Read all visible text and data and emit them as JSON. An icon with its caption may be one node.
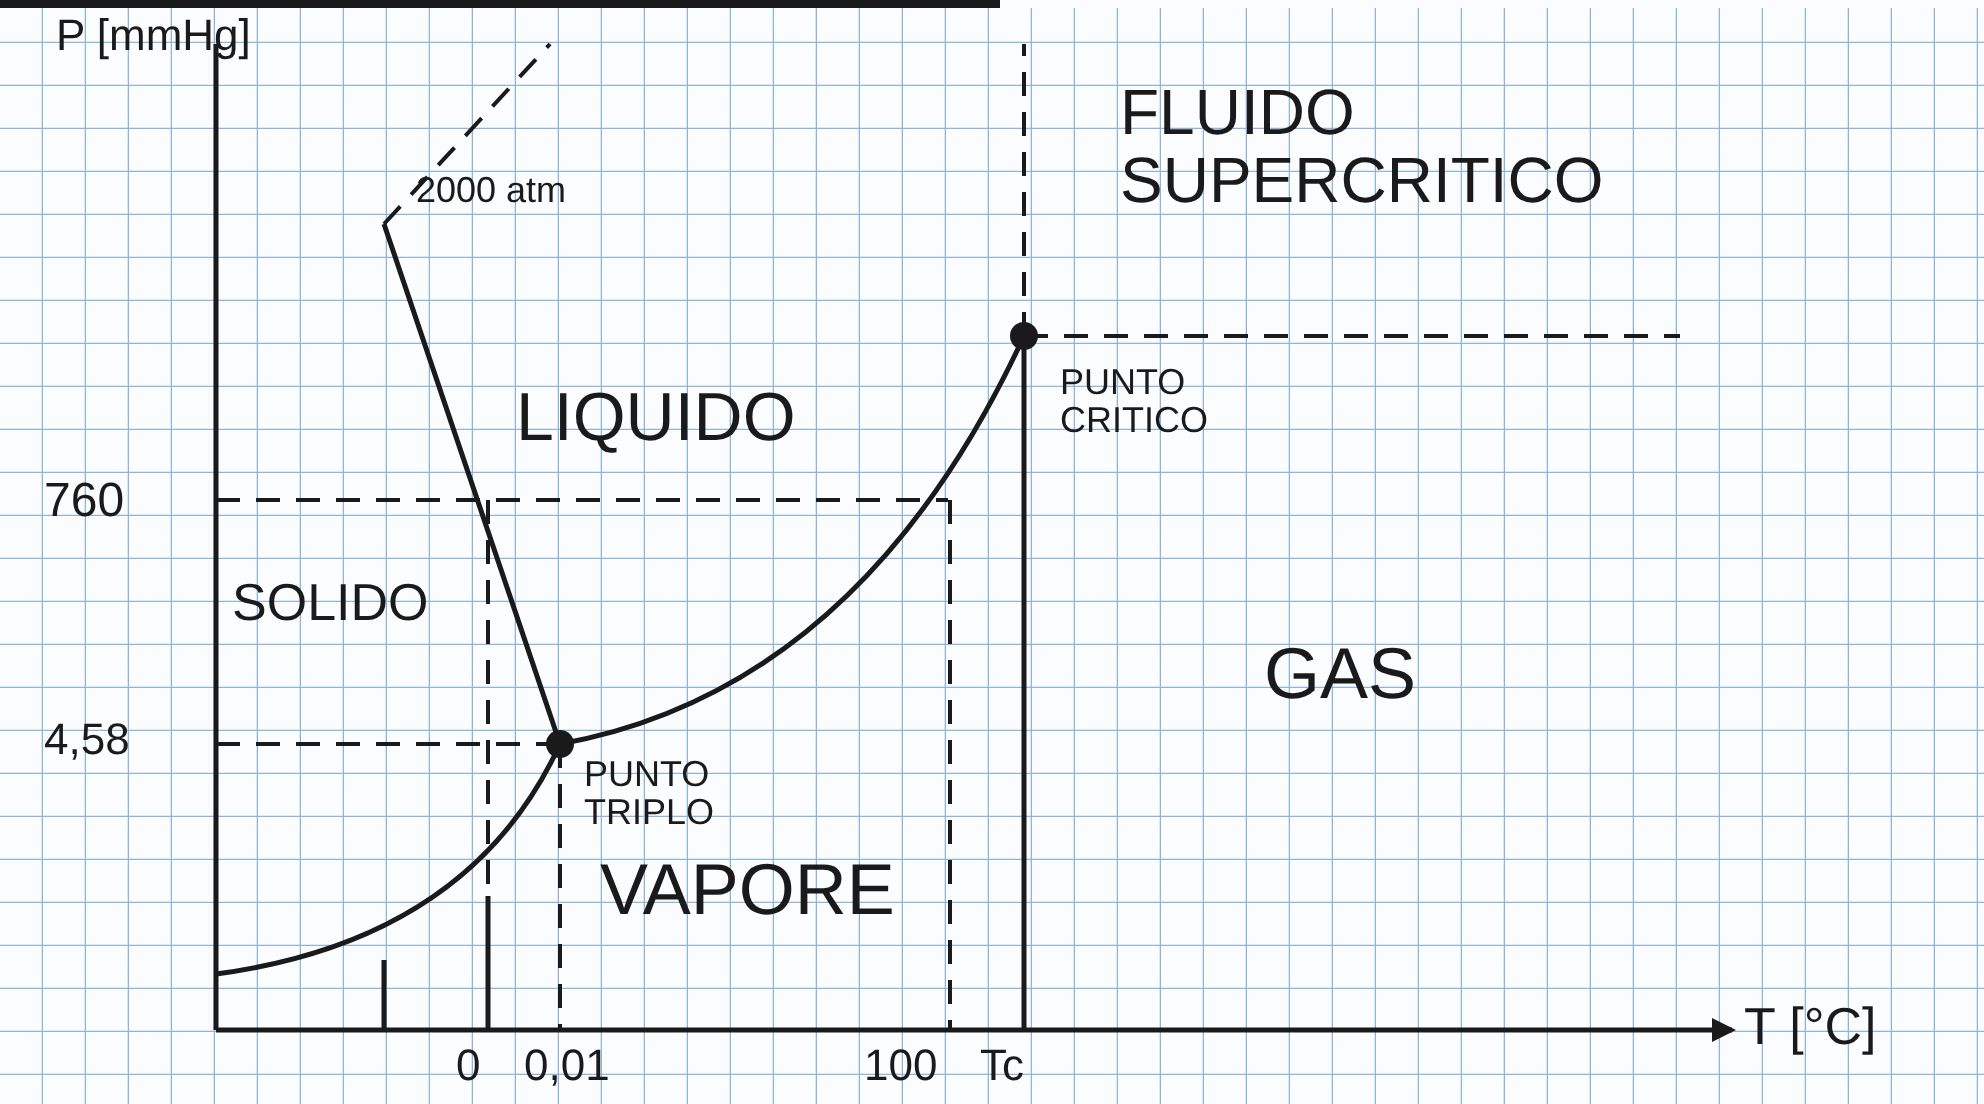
{
  "diagram": {
    "labels": [
      "P [mmHg]",
      "2000 atm",
      "FLUIDO SUPERCRITICO",
      "LIQUIDO",
      "PUNTO CRITICO",
      "760",
      "SOLIDO",
      "GAS",
      "4,58",
      "PUNTO TRIPLO",
      "VAPORE",
      "0",
      "0,01",
      "100",
      "Tc",
      "T [°C]"
    ]
  }
}
